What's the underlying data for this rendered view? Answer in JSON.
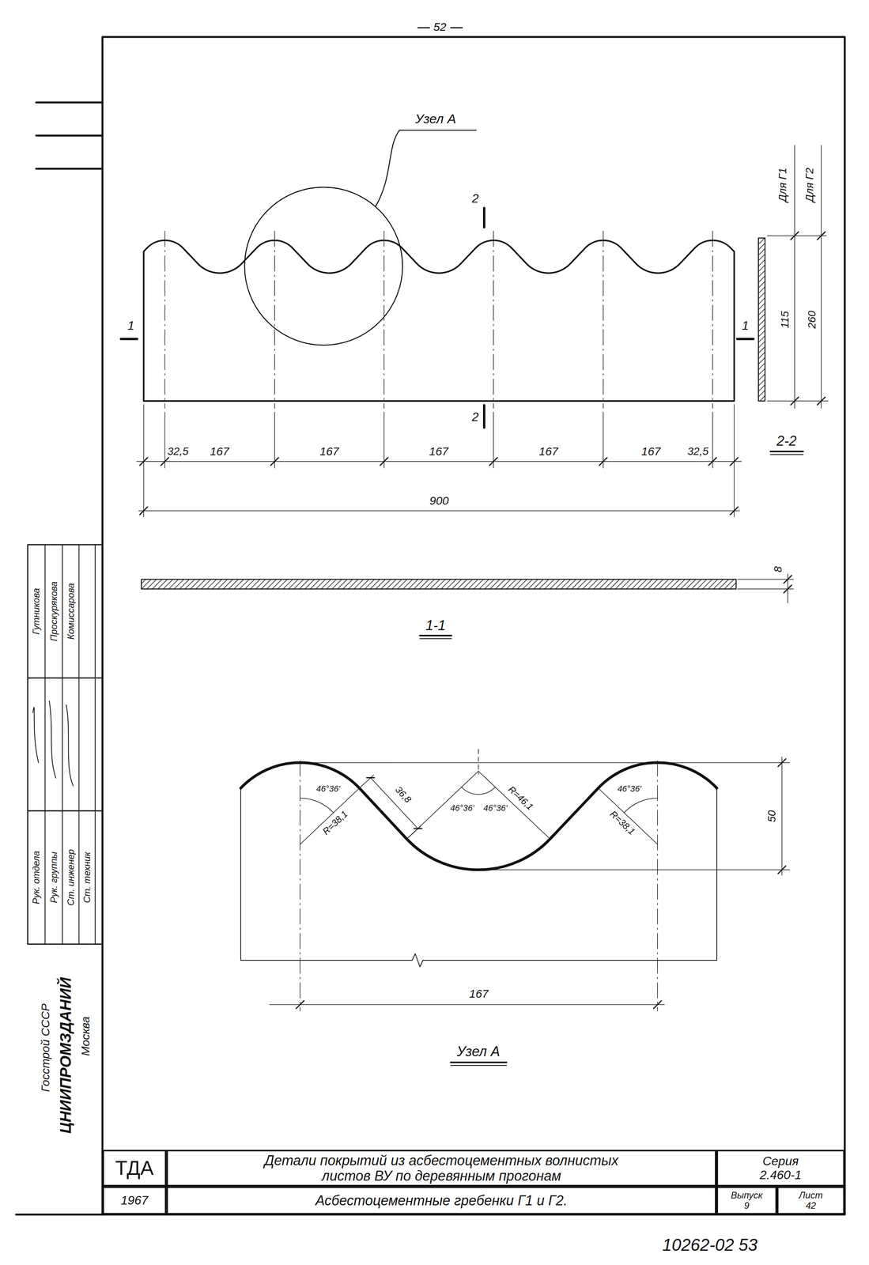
{
  "diagram": {
    "nodes": [
      {
        "text": [
          "ТДА"
        ]
      },
      {
        "text": [
          "Детали покрытий из асбестоцементных волнистых листов ВУ по деревянным прогонам"
        ]
      },
      {
        "text": [
          "Серия",
          "2.460-1"
        ]
      },
      {
        "text": [
          "1967"
        ]
      },
      {
        "text": [
          "Асбестоцементные гребенки Г1 и Г2."
        ]
      },
      {
        "text": [
          "Выпуск",
          "9"
        ]
      },
      {
        "text": [
          "Лист",
          "42"
        ]
      }
    ],
    "labels": [
      "52",
      "Узел А",
      "2",
      "2",
      "1",
      "1",
      "Для Г1",
      "Для Г2",
      "115",
      "260",
      "2-2",
      "32,5",
      "167",
      "167",
      "167",
      "167",
      "167",
      "32,5",
      "900",
      "8",
      "1-1",
      "46°36'",
      "R=38,1",
      "36,8",
      "46°36'",
      "46°36'",
      "R=46,1",
      "46°36'",
      "R=38,1",
      "50",
      "167",
      "Узел А",
      "Рук. отдела",
      "Рук. группы",
      "Ст. инженер",
      "Ст. техник",
      "Гутникова",
      "Проскурякова",
      "Комиссарова",
      "Госстрой СССР",
      "ЦНИИПРОМЗДАНИЙ",
      "Москва",
      "10262-02 53"
    ]
  }
}
